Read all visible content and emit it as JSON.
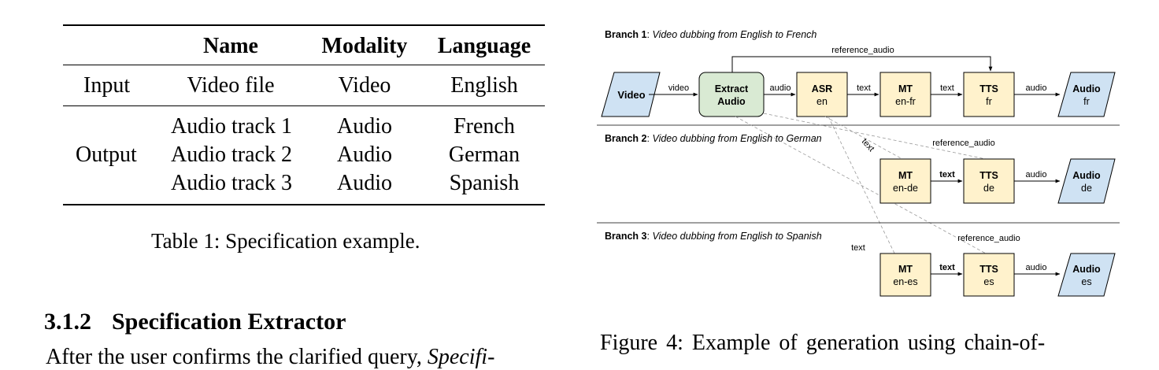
{
  "table": {
    "headers": [
      "",
      "Name",
      "Modality",
      "Language"
    ],
    "input_label": "Input",
    "input_row": {
      "name": "Video file",
      "modality": "Video",
      "language": "English"
    },
    "output_label": "Output",
    "output_rows": [
      {
        "name": "Audio track 1",
        "modality": "Audio",
        "language": "French"
      },
      {
        "name": "Audio track 2",
        "modality": "Audio",
        "language": "German"
      },
      {
        "name": "Audio track 3",
        "modality": "Audio",
        "language": "Spanish"
      }
    ],
    "caption": "Table 1: Specification example."
  },
  "section": {
    "number": "3.1.2",
    "title": "Specification Extractor",
    "partial_text": "After the user confirms the clarified query,",
    "partial_text_italic": "Specifi-"
  },
  "figure": {
    "branch1": {
      "title": "Branch 1",
      "desc": "Video dubbing from English to French"
    },
    "branch2": {
      "title": "Branch 2",
      "desc": "Video dubbing from English to German"
    },
    "branch3": {
      "title": "Branch 3",
      "desc": "Video dubbing from English to Spanish"
    },
    "video_node": "Video",
    "extract_node": [
      "Extract",
      "Audio"
    ],
    "asr_node": [
      "ASR",
      "en"
    ],
    "mt_fr_node": [
      "MT",
      "en-fr"
    ],
    "tts_fr_node": [
      "TTS",
      "fr"
    ],
    "audio_fr_node": [
      "Audio",
      "fr"
    ],
    "mt_de_node": [
      "MT",
      "en-de"
    ],
    "tts_de_node": [
      "TTS",
      "de"
    ],
    "audio_de_node": [
      "Audio",
      "de"
    ],
    "mt_es_node": [
      "MT",
      "en-es"
    ],
    "tts_es_node": [
      "TTS",
      "es"
    ],
    "audio_es_node": [
      "Audio",
      "es"
    ],
    "edge_video": "video",
    "edge_audio": "audio",
    "edge_text": "text",
    "edge_reference_audio": "reference_audio",
    "caption": "Figure 4:  Example of generation using chain-of-",
    "colors": {
      "blue": "#cfe2f3",
      "green": "#d9ead3",
      "yellow": "#fff2cc"
    }
  }
}
